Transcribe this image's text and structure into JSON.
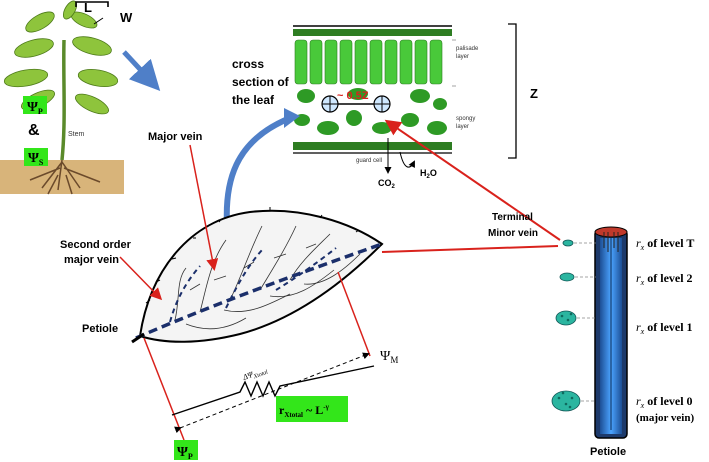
{
  "plant": {
    "bracket_L": "L",
    "bracket_W": "W",
    "stem": "Stem",
    "psi_p": "Ψ",
    "psi_p_sub": "P",
    "psi_s": "Ψ",
    "psi_s_sub": "S",
    "connector": "&"
  },
  "cross_section": {
    "caption_line1": "cross",
    "caption_line2": "section of",
    "caption_line3": "the leaf",
    "palisade_1": "palisade",
    "palisade_2": "layer",
    "spongy_1": "spongy",
    "spongy_2": "layer",
    "guard_cell": "guard cell",
    "spacing": "~ 0.5Z",
    "co2": "CO",
    "co2_sub": "2",
    "h2o": "H",
    "h2o_sub": "2",
    "h2o_tail": "O",
    "thickness": "Z"
  },
  "leaf": {
    "major_vein": "Major vein",
    "second_order_1": "Second order",
    "second_order_2": "major vein",
    "petiole": "Petiole",
    "delta_psi": "ΔΨ",
    "delta_psi_sub": "Xtotal",
    "psi_m": "Ψ",
    "psi_m_sub": "M",
    "resistance": "r",
    "resistance_sub": "Xtotal",
    "resistance_rel": " ~ L",
    "resistance_exp": "-γ",
    "psi_p": "Ψ",
    "psi_p_sub": "P"
  },
  "vessel": {
    "terminal_1": "Terminal",
    "terminal_2": "Minor vein",
    "level_t": "of level T",
    "level_2": "of level 2",
    "level_1": "of level 1",
    "level_0": "of level 0",
    "level_0_note": "(major vein)",
    "r_symbol": "r",
    "r_sub": "x",
    "petiole": "Petiole"
  },
  "colors": {
    "red": "#d9221c",
    "blue_arrow": "#4f7fc8",
    "green_label": "#33e61a",
    "dark_green": "#2e7d22",
    "light_green": "#49c93a",
    "soil": "#d8b47a",
    "vessel_blue": "#2f86e0"
  }
}
